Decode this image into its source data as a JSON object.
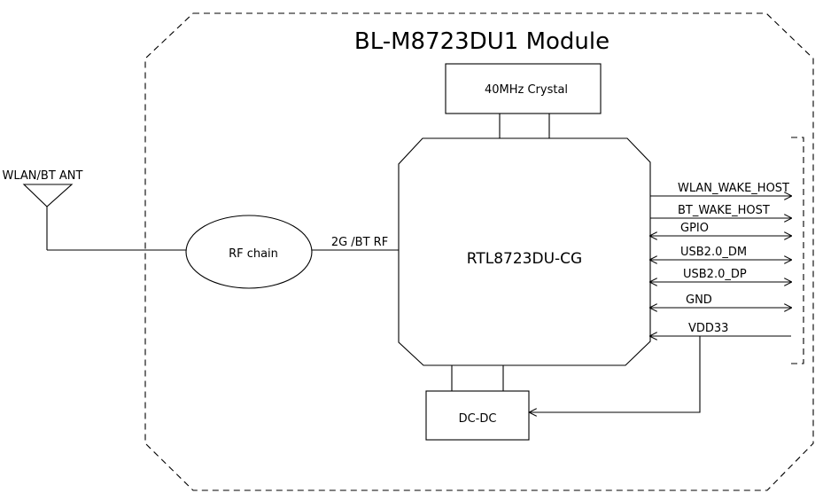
{
  "diagram": {
    "title": "BL-M8723DU1 Module",
    "chip": {
      "label": "RTL8723DU-CG"
    },
    "crystal": {
      "label": "40MHz Crystal"
    },
    "dcdc": {
      "label": "DC-DC"
    },
    "rf_chain": {
      "label": "RF chain"
    },
    "rf_link": {
      "label": "2G /BT RF"
    },
    "antenna": {
      "label": "WLAN/BT ANT"
    },
    "signals": [
      {
        "label": "WLAN_WAKE_HOST",
        "direction": "out"
      },
      {
        "label": "BT_WAKE_HOST",
        "direction": "out"
      },
      {
        "label": "GPIO",
        "direction": "bidirectional"
      },
      {
        "label": "USB2.0_DM",
        "direction": "bidirectional"
      },
      {
        "label": "USB2.0_DP",
        "direction": "bidirectional"
      },
      {
        "label": "GND",
        "direction": "bidirectional"
      },
      {
        "label": "VDD33",
        "direction": "in"
      }
    ]
  }
}
